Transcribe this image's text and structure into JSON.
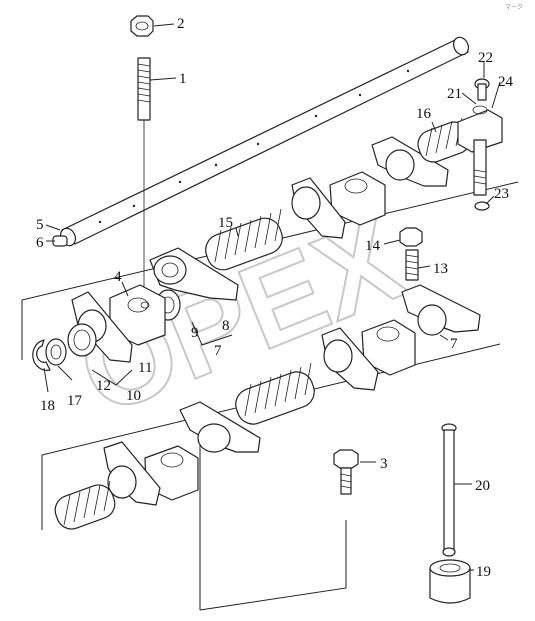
{
  "watermark": "OPEX",
  "callouts": {
    "c1": "1",
    "c2": "2",
    "c3": "3",
    "c4": "4",
    "c5": "5",
    "c6": "6",
    "c7a": "7",
    "c7b": "7",
    "c8": "8",
    "c9": "9",
    "c10": "10",
    "c11": "11",
    "c12": "12",
    "c13": "13",
    "c14": "14",
    "c15": "15",
    "c16": "16",
    "c17": "17",
    "c18": "18",
    "c19": "19",
    "c20": "20",
    "c21": "21",
    "c22": "22",
    "c23": "23",
    "c24": "24"
  },
  "corner_mark": "マーク"
}
